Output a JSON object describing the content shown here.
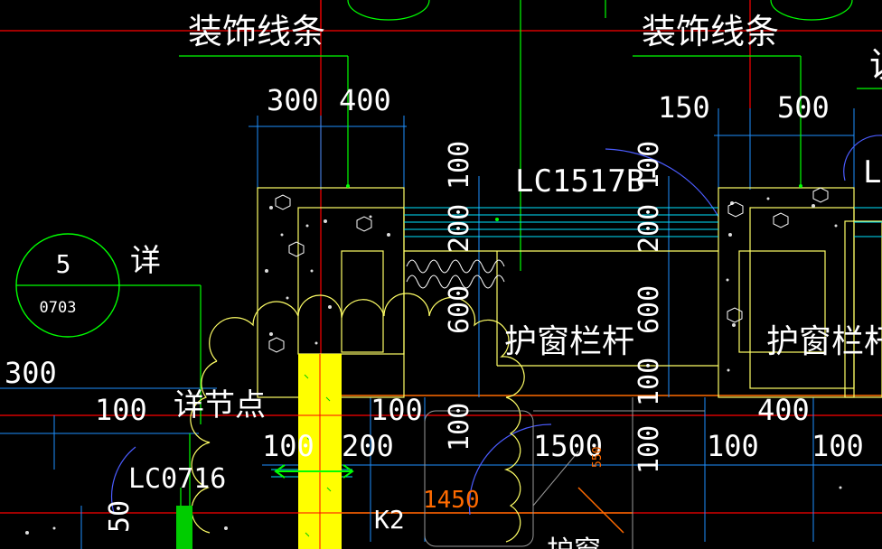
{
  "labels": {
    "decor_left": "装饰线条",
    "decor_right": "装饰线条",
    "decor_right_cut": "说",
    "window_code": "LC1517B'",
    "window_code_right": "LC",
    "window_code_small": "LC0716",
    "railing_left": "护窗栏杆",
    "railing_right": "护窗栏杆",
    "detail_word": "详",
    "detail_node": "详节点",
    "k2": "K2",
    "bottom_cut": "护窗"
  },
  "detail_callout": {
    "number": "5",
    "sheet": "0703"
  },
  "dims": {
    "d300_top": "300",
    "d400_top": "400",
    "d150": "150",
    "d500": "500",
    "d100_v1": "100",
    "d200_v1": "200",
    "d600_v1": "600",
    "d100_v2": "100",
    "d200_v2": "200",
    "d600_v2": "600",
    "d100_v3": "100",
    "d100_v4": "100",
    "d100_v5": "100",
    "d300_left": "300",
    "d100_left": "100",
    "d100_mid": "100",
    "d400_right": "400",
    "d100_a": "100",
    "d200_a": "200",
    "d1500": "1500",
    "d100_b": "100",
    "d100_c": "100",
    "d1450": "1450",
    "d550": "550",
    "d50": "50"
  },
  "colors": {
    "background": "#000000",
    "grid_red": "#ff0000",
    "dim_blue": "#1e90ff",
    "wall_yellow": "#ffff66",
    "fill_yellow": "#ffff00",
    "text_white": "#ffffff",
    "leader_green": "#00ff00",
    "hatch_cyan": "#00e5ff",
    "orange": "#ff6a00",
    "blue_arc": "#4b5cff"
  }
}
